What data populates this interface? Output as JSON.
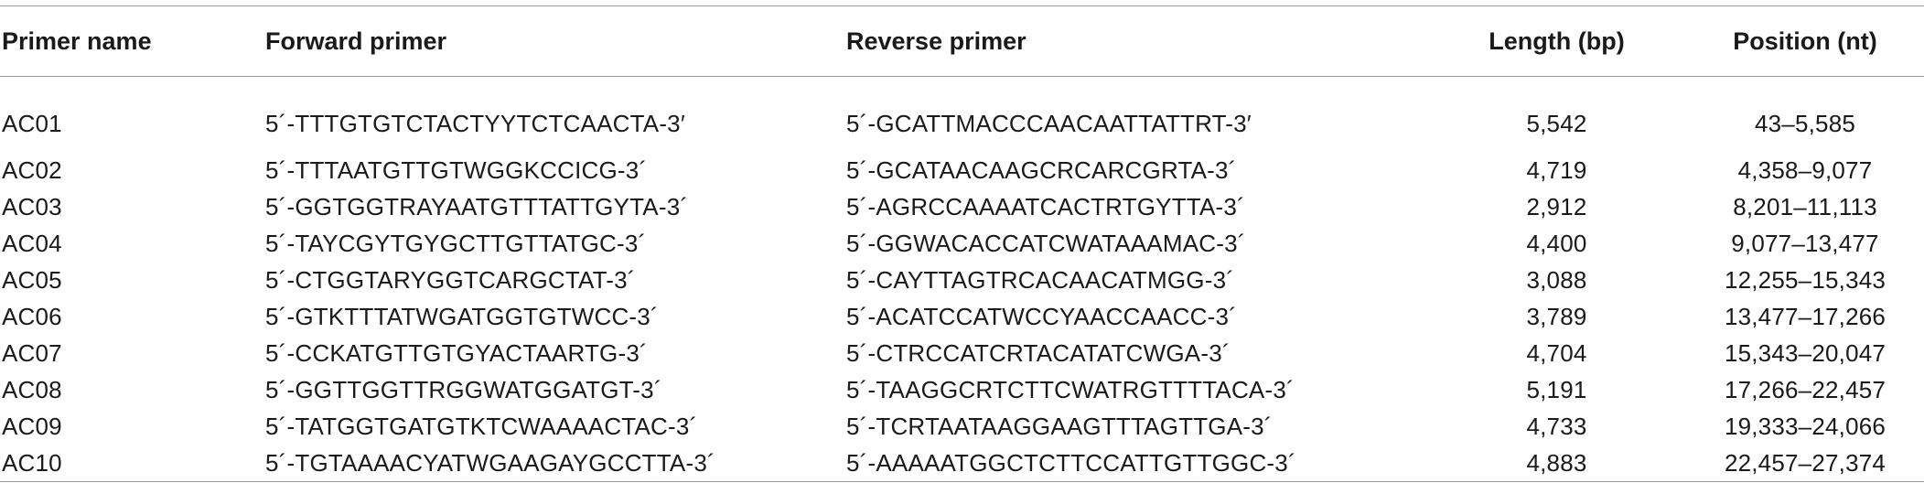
{
  "table": {
    "headers": [
      "Primer name",
      "Forward primer",
      "Reverse primer",
      "Length (bp)",
      "Position (nt)"
    ],
    "rows": [
      [
        "AC01",
        "5´-TTTGTGTCTACTYYTCTCAACTA-3′",
        "5´-GCATTMACCCAACAATTATTRT-3′",
        "5,542",
        "43–5,585"
      ],
      [
        "AC02",
        "5´-TTTAATGTTGTWGGKCCICG-3´",
        "5´-GCATAACAAGCRCARCGRTA-3´",
        "4,719",
        "4,358–9,077"
      ],
      [
        "AC03",
        "5´-GGTGGTRAYAATGTTTATTGYTA-3´",
        "5´-AGRCCAAAATCACTRTGYTTA-3´",
        "2,912",
        "8,201–11,113"
      ],
      [
        "AC04",
        "5´-TAYCGYTGYGCTTGTTATGC-3´",
        "5´-GGWACACCATCWATAAAMAC-3´",
        "4,400",
        "9,077–13,477"
      ],
      [
        "AC05",
        "5´-CTGGTARYGGTCARGCTAT-3´",
        "5´-CAYTTAGTRCACAACATMGG-3´",
        "3,088",
        "12,255–15,343"
      ],
      [
        "AC06",
        "5´-GTKTTTATWGATGGTGTWCC-3´",
        "5´-ACATCCATWCCYAACCAACC-3´",
        "3,789",
        "13,477–17,266"
      ],
      [
        "AC07",
        "5´-CCKATGTTGTGYACTAARTG-3´",
        "5´-CTRCCATCRTACATATCWGA-3´",
        "4,704",
        "15,343–20,047"
      ],
      [
        "AC08",
        "5´-GGTTGGTTRGGWATGGATGT-3´",
        "5´-TAAGGCRTCTTCWATRGTTTTACA-3´",
        "5,191",
        "17,266–22,457"
      ],
      [
        "AC09",
        "5´-TATGGTGATGTKTCWAAAACTAC-3´",
        "5´-TCRTAATAAGGAAGTTTAGTTGA-3´",
        "4,733",
        "19,333–24,066"
      ],
      [
        "AC10",
        "5´-TGTAAAACYATWGAAGAYGCCTTA-3´",
        "5´-AAAAATGGCTCTTCCATTGTTGGC-3´",
        "4,883",
        "22,457–27,374"
      ]
    ]
  }
}
